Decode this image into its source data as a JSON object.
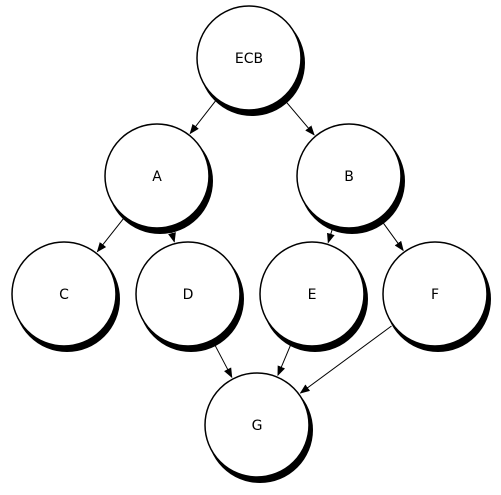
{
  "diagram": {
    "colors": {
      "background": "#ffffff",
      "node_fill": "#ffffff",
      "node_stroke": "#000000",
      "node_shadow": "#000000",
      "edge": "#000000"
    },
    "nodes": [
      {
        "id": "ecb",
        "label": "ECB"
      },
      {
        "id": "a",
        "label": "A"
      },
      {
        "id": "b",
        "label": "B"
      },
      {
        "id": "c",
        "label": "C"
      },
      {
        "id": "d",
        "label": "D"
      },
      {
        "id": "e",
        "label": "E"
      },
      {
        "id": "f",
        "label": "F"
      },
      {
        "id": "g",
        "label": "G"
      }
    ],
    "edges": [
      {
        "from": "ecb",
        "to": "a"
      },
      {
        "from": "ecb",
        "to": "b"
      },
      {
        "from": "a",
        "to": "c"
      },
      {
        "from": "a",
        "to": "d"
      },
      {
        "from": "b",
        "to": "e"
      },
      {
        "from": "b",
        "to": "f"
      },
      {
        "from": "d",
        "to": "g"
      },
      {
        "from": "e",
        "to": "g"
      },
      {
        "from": "f",
        "to": "g"
      }
    ]
  }
}
